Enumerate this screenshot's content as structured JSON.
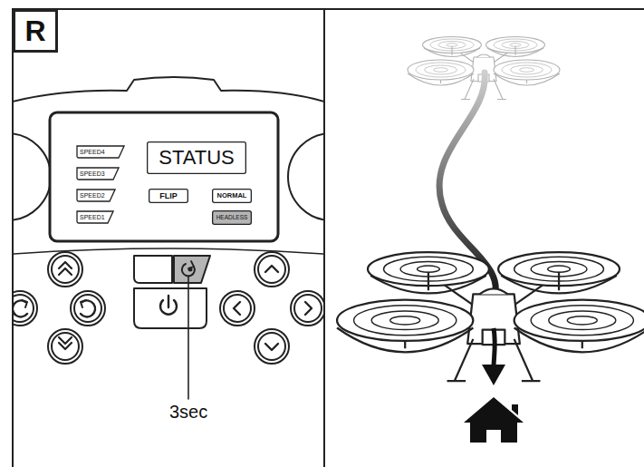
{
  "diagram": {
    "nodes": [
      {
        "text": [
          "R"
        ]
      },
      {
        "text": [
          "SPEED4"
        ]
      },
      {
        "text": [
          "STATUS"
        ]
      },
      {
        "text": [
          "SPEED3"
        ]
      },
      {
        "text": [
          "SPEED2"
        ]
      },
      {
        "text": [
          "FLIP"
        ]
      },
      {
        "text": [
          "NORMAL"
        ]
      },
      {
        "text": [
          "SPEED1"
        ]
      },
      {
        "text": [
          "HEADLESS"
        ]
      }
    ],
    "labels": [
      "3sec"
    ]
  }
}
